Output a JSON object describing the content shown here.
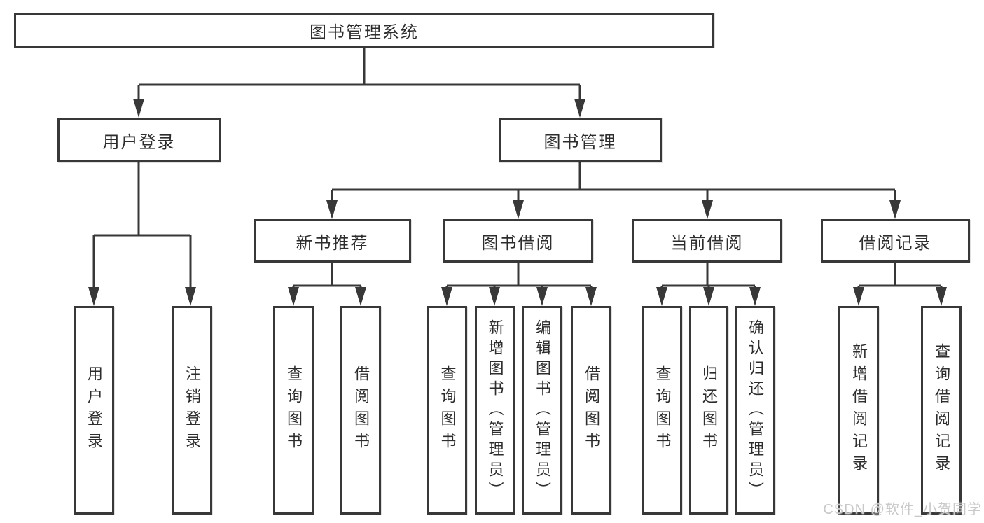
{
  "colors": {
    "line": "#383838",
    "box_border": "#383838",
    "text": "#2d2d2d",
    "watermark": "#c9c9c9",
    "background": "#ffffff"
  },
  "watermark": {
    "text": "CSDN @软件_小贺同学"
  },
  "tree": {
    "label": "图书管理系统",
    "children": [
      {
        "label": "用户登录",
        "children": [
          {
            "label": "用户登录"
          },
          {
            "label": "注销登录"
          }
        ]
      },
      {
        "label": "图书管理",
        "children": [
          {
            "label": "新书推荐",
            "children": [
              {
                "label": "查询图书"
              },
              {
                "label": "借阅图书"
              }
            ]
          },
          {
            "label": "图书借阅",
            "children": [
              {
                "label": "查询图书"
              },
              {
                "label": "新增图书（管理员）"
              },
              {
                "label": "编辑图书（管理员）"
              },
              {
                "label": "借阅图书"
              }
            ]
          },
          {
            "label": "当前借阅",
            "children": [
              {
                "label": "查询图书"
              },
              {
                "label": "归还图书"
              },
              {
                "label": "确认归还（管理员）"
              }
            ]
          },
          {
            "label": "借阅记录",
            "children": [
              {
                "label": "新增借阅记录"
              },
              {
                "label": "查询借阅记录"
              }
            ]
          }
        ]
      }
    ]
  }
}
